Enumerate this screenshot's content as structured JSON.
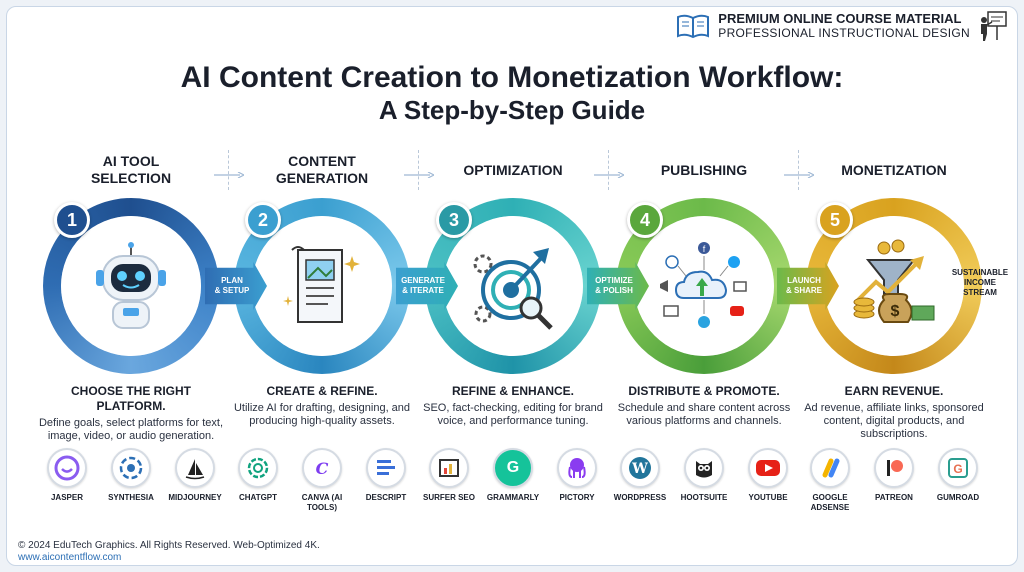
{
  "header": {
    "brand_line1": "PREMIUM ONLINE COURSE MATERIAL",
    "brand_line2": "PROFESSIONAL INSTRUCTIONAL DESIGN",
    "book_icon": "book-icon",
    "presenter_icon": "presenter-icon"
  },
  "title": "AI Content Creation to Monetization Workflow:",
  "subtitle": "A Step-by-Step Guide",
  "steps": [
    {
      "number": "1",
      "heading_l1": "AI TOOL",
      "heading_l2": "SELECTION",
      "color": "#2f6db3",
      "desc_head": "CHOOSE THE RIGHT PLATFORM.",
      "desc_body": "Define goals, select platforms for text, image, video, or audio generation.",
      "icon": "robot-icon",
      "tools": [
        {
          "name": "JASPER",
          "icon": "jasper-icon"
        },
        {
          "name": "SYNTHESIA",
          "icon": "synthesia-icon"
        },
        {
          "name": "MIDJOURNEY",
          "icon": "midjourney-icon"
        }
      ]
    },
    {
      "number": "2",
      "heading_l1": "CONTENT",
      "heading_l2": "GENERATION",
      "color": "#3b9fd0",
      "desc_head": "CREATE & REFINE.",
      "desc_body": "Utilize AI for drafting, designing, and producing high-quality assets.",
      "icon": "document-icon",
      "tools": [
        {
          "name": "CHATGPT",
          "icon": "chatgpt-icon"
        },
        {
          "name": "CANVA (AI TOOLS)",
          "icon": "canva-icon"
        },
        {
          "name": "DESCRIPT",
          "icon": "descript-icon"
        }
      ]
    },
    {
      "number": "3",
      "heading_l1": "OPTIMIZATION",
      "heading_l2": "",
      "color": "#2fb0b5",
      "desc_head": "REFINE & ENHANCE.",
      "desc_body": "SEO, fact-checking, editing for brand voice, and performance tuning.",
      "icon": "target-icon",
      "tools": [
        {
          "name": "SURFER SEO",
          "icon": "surfer-icon"
        },
        {
          "name": "GRAMMARLY",
          "icon": "grammarly-icon"
        },
        {
          "name": "PICTORY",
          "icon": "pictory-icon"
        }
      ]
    },
    {
      "number": "4",
      "heading_l1": "PUBLISHING",
      "heading_l2": "",
      "color": "#6cba4a",
      "desc_head": "DISTRIBUTE & PROMOTE.",
      "desc_body": "Schedule and share content across various platforms and channels.",
      "icon": "cloud-share-icon",
      "tools": [
        {
          "name": "WORDPRESS",
          "icon": "wordpress-icon"
        },
        {
          "name": "HOOTSUITE",
          "icon": "hootsuite-icon"
        },
        {
          "name": "YOUTUBE",
          "icon": "youtube-icon"
        }
      ]
    },
    {
      "number": "5",
      "heading_l1": "MONETIZATION",
      "heading_l2": "",
      "color": "#d9a21f",
      "desc_head": "EARN REVENUE.",
      "desc_body": "Ad revenue, affiliate links, sponsored content, digital products, and subscriptions.",
      "icon": "money-funnel-icon",
      "tools": [
        {
          "name": "GOOGLE ADSENSE",
          "icon": "adsense-icon"
        },
        {
          "name": "PATREON",
          "icon": "patreon-icon"
        },
        {
          "name": "GUMROAD",
          "icon": "gumroad-icon"
        }
      ]
    }
  ],
  "connectors": [
    {
      "label_l1": "PLAN",
      "label_l2": "& SETUP"
    },
    {
      "label_l1": "GENERATE",
      "label_l2": "& ITERATE"
    },
    {
      "label_l1": "OPTIMIZE",
      "label_l2": "& POLISH"
    },
    {
      "label_l1": "LAUNCH",
      "label_l2": "& SHARE"
    }
  ],
  "end_label_l1": "SUSTAINABLE",
  "end_label_l2": "INCOME",
  "end_label_l3": "STREAM",
  "footer": {
    "copyright": "© 2024 EduTech Graphics. All Rights Reserved. Web-Optimized 4K.",
    "url": "www.aicontentflow.com"
  }
}
